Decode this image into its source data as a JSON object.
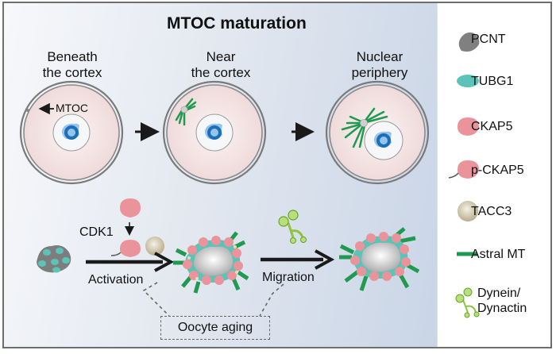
{
  "title": "MTOC maturation",
  "stages": [
    {
      "line1": "Beneath",
      "line2": "the cortex"
    },
    {
      "line1": "Near",
      "line2": "the cortex"
    },
    {
      "line1": "Nuclear",
      "line2": "periphery"
    }
  ],
  "mtoc_pointer_label": "MTOC",
  "pathway": {
    "kinase_label": "CDK1",
    "step1_label": "Activation",
    "step2_label": "Migration",
    "aging_label": "Oocyte aging"
  },
  "legend": [
    {
      "icon": "pcnt-blob-icon",
      "label": "PCNT",
      "color": "#808080"
    },
    {
      "icon": "tubg1-ellipse-icon",
      "label": "TUBG1",
      "color": "#5cc3b8"
    },
    {
      "icon": "ckap5-blob-icon",
      "label": "CKAP5",
      "color": "#eb939a"
    },
    {
      "icon": "p-ckap5-blob-icon",
      "label": "p-CKAP5",
      "color": "#eb939a"
    },
    {
      "icon": "tacc3-sphere-icon",
      "label": "TACC3",
      "color": "#c9bd9f"
    },
    {
      "icon": "astral-mt-bar-icon",
      "label": "Astral MT",
      "color": "#1f9a4f"
    },
    {
      "icon": "dynein-dynactin-icon",
      "label_line1": "Dynein/",
      "label_line2": "Dynactin",
      "color": "#9acd32"
    }
  ],
  "colors": {
    "membrane": "#707070",
    "cytoplasm": "#f1e0e0",
    "nucleus": "#f6f7f8",
    "chromatin": "#1b6fb8",
    "microtubule": "#1f9a4f",
    "arrow": "#1a1a1a"
  }
}
